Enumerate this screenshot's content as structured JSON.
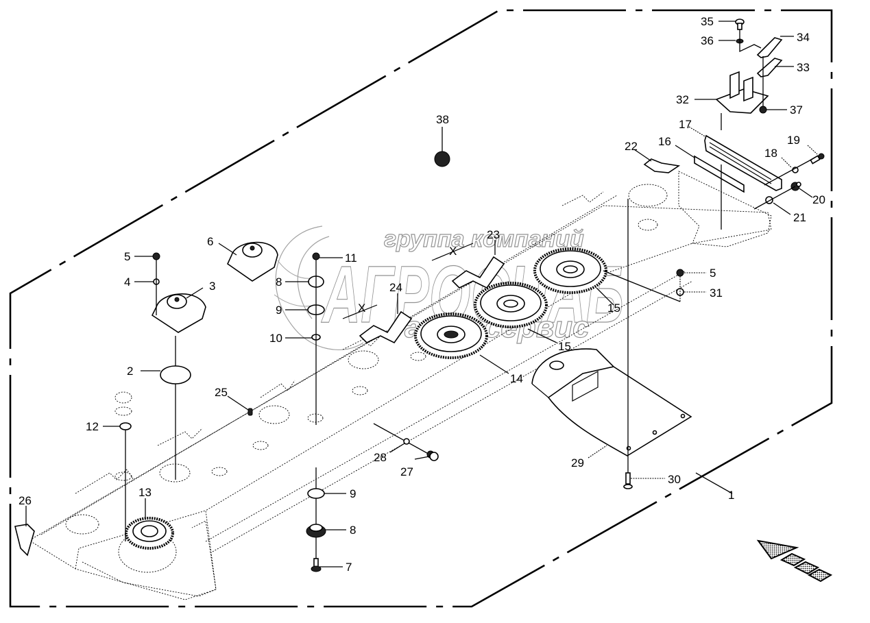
{
  "diagram": {
    "type": "exploded-parts-view",
    "subject": "cutterbar assembly",
    "watermark": {
      "line1": "группа компаний",
      "line2": "АГРОСНАБ",
      "line3": "автосервис"
    },
    "callouts": [
      {
        "id": "1",
        "label": "1"
      },
      {
        "id": "2",
        "label": "2"
      },
      {
        "id": "3",
        "label": "3"
      },
      {
        "id": "4",
        "label": "4"
      },
      {
        "id": "5a",
        "label": "5"
      },
      {
        "id": "5b",
        "label": "5"
      },
      {
        "id": "6",
        "label": "6"
      },
      {
        "id": "7",
        "label": "7"
      },
      {
        "id": "8a",
        "label": "8"
      },
      {
        "id": "8b",
        "label": "8"
      },
      {
        "id": "9a",
        "label": "9"
      },
      {
        "id": "9b",
        "label": "9"
      },
      {
        "id": "10",
        "label": "10"
      },
      {
        "id": "11",
        "label": "11"
      },
      {
        "id": "12",
        "label": "12"
      },
      {
        "id": "13",
        "label": "13"
      },
      {
        "id": "14",
        "label": "14"
      },
      {
        "id": "15a",
        "label": "15"
      },
      {
        "id": "15b",
        "label": "15"
      },
      {
        "id": "16",
        "label": "16"
      },
      {
        "id": "17",
        "label": "17"
      },
      {
        "id": "18",
        "label": "18"
      },
      {
        "id": "19",
        "label": "19"
      },
      {
        "id": "20",
        "label": "20"
      },
      {
        "id": "21",
        "label": "21"
      },
      {
        "id": "22",
        "label": "22"
      },
      {
        "id": "23",
        "label": "23"
      },
      {
        "id": "24",
        "label": "24"
      },
      {
        "id": "25",
        "label": "25"
      },
      {
        "id": "26",
        "label": "26"
      },
      {
        "id": "27",
        "label": "27"
      },
      {
        "id": "28",
        "label": "28"
      },
      {
        "id": "29",
        "label": "29"
      },
      {
        "id": "30",
        "label": "30"
      },
      {
        "id": "31",
        "label": "31"
      },
      {
        "id": "32",
        "label": "32"
      },
      {
        "id": "33",
        "label": "33"
      },
      {
        "id": "34",
        "label": "34"
      },
      {
        "id": "35",
        "label": "35"
      },
      {
        "id": "36",
        "label": "36"
      },
      {
        "id": "37",
        "label": "37"
      },
      {
        "id": "38",
        "label": "38"
      }
    ],
    "x_marks": [
      "X",
      "X"
    ],
    "direction_arrow": "travel-direction-arrow"
  }
}
